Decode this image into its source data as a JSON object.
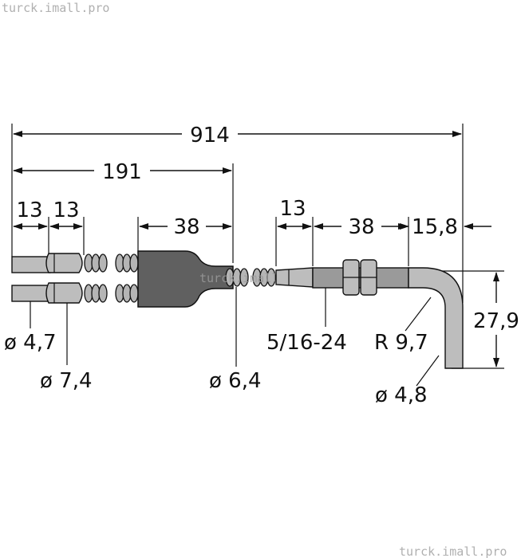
{
  "watermarks": {
    "top_left": "turck.imall.pro",
    "bottom_right": "turck.imall.pro",
    "center": "turck.imall.pro"
  },
  "dimensions": {
    "overall_length": "914",
    "split_length": "191",
    "tip_length_a": "13",
    "tip_length_b": "13",
    "sleeve_length": "38",
    "ferrule_length": "13",
    "thread_length": "38",
    "bend_offset": "15,8",
    "bend_height": "27,9"
  },
  "callouts": {
    "tip_diameter": "ø 4,7",
    "tip_sleeve_diameter": "ø 7,4",
    "cable_diameter": "ø 6,4",
    "thread": "5/16-24",
    "bend_radius": "R 9,7",
    "probe_diameter": "ø 4,8"
  }
}
